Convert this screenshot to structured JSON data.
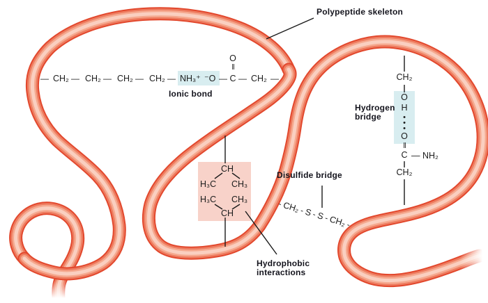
{
  "labels": {
    "polypeptide_skeleton": "Polypeptide skeleton",
    "ionic_bond": "Ionic bond",
    "hydrogen_bridge_line1": "Hydrogen",
    "hydrogen_bridge_line2": "bridge",
    "disulfide_bridge": "Disulfide bridge",
    "hydrophobic_line1": "Hydrophobic",
    "hydrophobic_line2": "interactions"
  },
  "ionic_chain": {
    "dash": "—",
    "ch2": "CH₂",
    "nh3_plus": "NH₃⁺",
    "o_minus": "⁻O",
    "c": "C",
    "carbonyl_o": "O",
    "double_bond": "‖"
  },
  "hydrogen_chain": {
    "ch2_top": "CH₂",
    "o_top": "O",
    "h": "H",
    "dot": "•",
    "o_bottom": "O",
    "double_bond": "‖",
    "c": "C",
    "nh2": "— NH₂",
    "ch2_bottom": "CH₂"
  },
  "disulfide_chain": {
    "tick": "-",
    "ch2_left": "CH₂",
    "s1": "S",
    "s2": "S",
    "ch2_right": "CH₂"
  },
  "hydrophobic_group": {
    "ch_top": "CH",
    "h3c_row1": "H₃C",
    "ch3_row1": "CH₃",
    "h3c_row2": "H₃C",
    "ch3_row2": "CH₃",
    "ch_bottom": "CH"
  },
  "colors": {
    "tube_edge": "#e2482d",
    "tube_mid": "#ee7c60",
    "tube_light": "#f5a98f",
    "tube_core": "#facfc0",
    "highlight_blue": "#d8edf0",
    "highlight_pink": "#f8d2c9",
    "line_black": "#1a1a1a"
  }
}
